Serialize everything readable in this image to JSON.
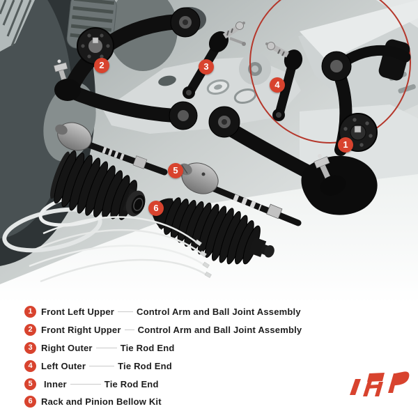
{
  "image": {
    "description": "Front suspension kit parts photographed over a grayscale chassis background",
    "accent_color": "#D8432E",
    "highlight_circle_color": "#B5372B",
    "callouts": [
      {
        "number": "1"
      },
      {
        "number": "2"
      },
      {
        "number": "3"
      },
      {
        "number": "4"
      },
      {
        "number": "5"
      },
      {
        "number": "6"
      }
    ]
  },
  "legend": {
    "accent_color": "#D8432E",
    "items": [
      {
        "number": "1",
        "label": "Front Left Upper",
        "description": "Control Arm and Ball Joint Assembly"
      },
      {
        "number": "2",
        "label": "Front Right Upper",
        "description": "Control Arm and Ball Joint Assembly"
      },
      {
        "number": "3",
        "label": "Right Outer",
        "description": "Tie Rod End"
      },
      {
        "number": "4",
        "label": "Left Outer",
        "description": "Tie Rod End"
      },
      {
        "number": "5",
        "label": "Inner",
        "description": "Tie Rod End"
      },
      {
        "number": "6",
        "label": "Rack and Pinion Bellow Kit",
        "description": ""
      }
    ]
  },
  "brand": {
    "logo_text": "AP",
    "color": "#D8432E"
  }
}
